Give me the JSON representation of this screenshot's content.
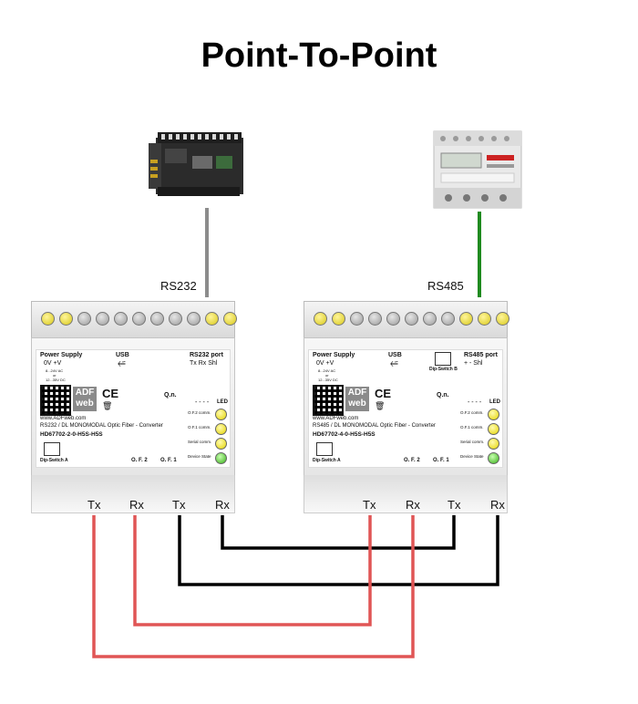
{
  "title": "Point-To-Point",
  "ports": {
    "left": "RS232",
    "right": "RS485"
  },
  "colors": {
    "rs232_cable": "#8c8c8c",
    "rs485_cable": "#1f8a1f",
    "fiber_black": "#000000",
    "fiber_red": "#e05555"
  },
  "converters": [
    {
      "power_supply": "Power Supply",
      "voltages": "0V  +V",
      "ac": "8...24V AC",
      "or": "or",
      "dc": "12...35V DC",
      "usb": "USB",
      "port_title": "RS232 port",
      "port_pins": "Tx  Rx  Shl",
      "dip_b": "",
      "qn": "Q.n.",
      "qn_dashes": "- - - -",
      "website": "www.ADFweb.com",
      "description": "RS232 / DL MONOMODAL Optic Fiber - Converter",
      "part_number": "HD67702-2-0-H5S-H5S",
      "dip_a": "Dip-Switch A",
      "of2": "O. F. 2",
      "of1": "O. F. 1",
      "led_title": "LED",
      "leds": [
        "O.F.2 comm.",
        "O.F.1 comm.",
        "Serial comm.",
        "Device State"
      ],
      "terminals": [
        "Tx",
        "Rx",
        "Tx",
        "Rx"
      ]
    },
    {
      "power_supply": "Power Supply",
      "voltages": "0V  +V",
      "ac": "8...24V AC",
      "or": "or",
      "dc": "12...35V DC",
      "usb": "USB",
      "port_title": "RS485 port",
      "port_pins": "+   -   Shl",
      "dip_b": "Dip-Switch B",
      "qn": "Q.n.",
      "qn_dashes": "- - - -",
      "website": "www.ADFweb.com",
      "description": "RS485 / DL MONOMODAL Optic Fiber - Converter",
      "part_number": "HD67702-4-0-H5S-H5S",
      "dip_a": "Dip-Switch A",
      "of2": "O. F. 2",
      "of1": "O. F. 1",
      "led_title": "LED",
      "leds": [
        "O.F.2 comm.",
        "O.F.1 comm.",
        "Serial comm.",
        "Device State"
      ],
      "terminals": [
        "Tx",
        "Rx",
        "Tx",
        "Rx"
      ]
    }
  ]
}
